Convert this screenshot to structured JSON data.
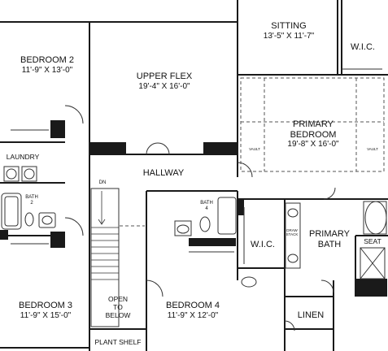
{
  "rooms": {
    "bedroom2": {
      "name": "BEDROOM 2",
      "dim": "11'-9\" X 13'-0\""
    },
    "upper_flex": {
      "name": "UPPER FLEX",
      "dim": "19'-4\" X 16'-0\""
    },
    "sitting": {
      "name": "SITTING",
      "dim": "13'-5\" X 11'-7\""
    },
    "primary_bedroom": {
      "name_line1": "PRIMARY",
      "name_line2": "BEDROOM",
      "dim": "19'-8\" X 16'-0\""
    },
    "hallway": {
      "name": "HALLWAY"
    },
    "laundry": {
      "name": "LAUNDRY"
    },
    "bath2": {
      "name": "BATH",
      "num": "2"
    },
    "bath4": {
      "name": "BATH",
      "num": "4"
    },
    "wic_upper": {
      "name": "W.I.C."
    },
    "wic_lower": {
      "name": "W.I.C."
    },
    "primary_bath": {
      "name_line1": "PRIMARY",
      "name_line2": "BATH"
    },
    "seat": {
      "name": "SEAT"
    },
    "linen": {
      "name": "LINEN"
    },
    "bedroom3": {
      "name": "BEDROOM 3",
      "dim": "11'-9\" X 15'-0\""
    },
    "bedroom4": {
      "name": "BEDROOM 4",
      "dim": "11'-9\" X 12'-0\""
    },
    "open_to_below": {
      "line1": "OPEN",
      "line2": "TO",
      "line3": "BELOW"
    },
    "plant_shelf": {
      "name": "PLANT SHELF"
    }
  },
  "annotations": {
    "stair_dn": "DN",
    "vault_left": "VAULT",
    "vault_right": "VAULT",
    "drawer_stack_line1": "DRAW",
    "drawer_stack_line2": "STACK"
  },
  "colors": {
    "wall": "#1a1a1a",
    "line": "#333333",
    "dashed": "#555555",
    "background": "#ffffff"
  }
}
